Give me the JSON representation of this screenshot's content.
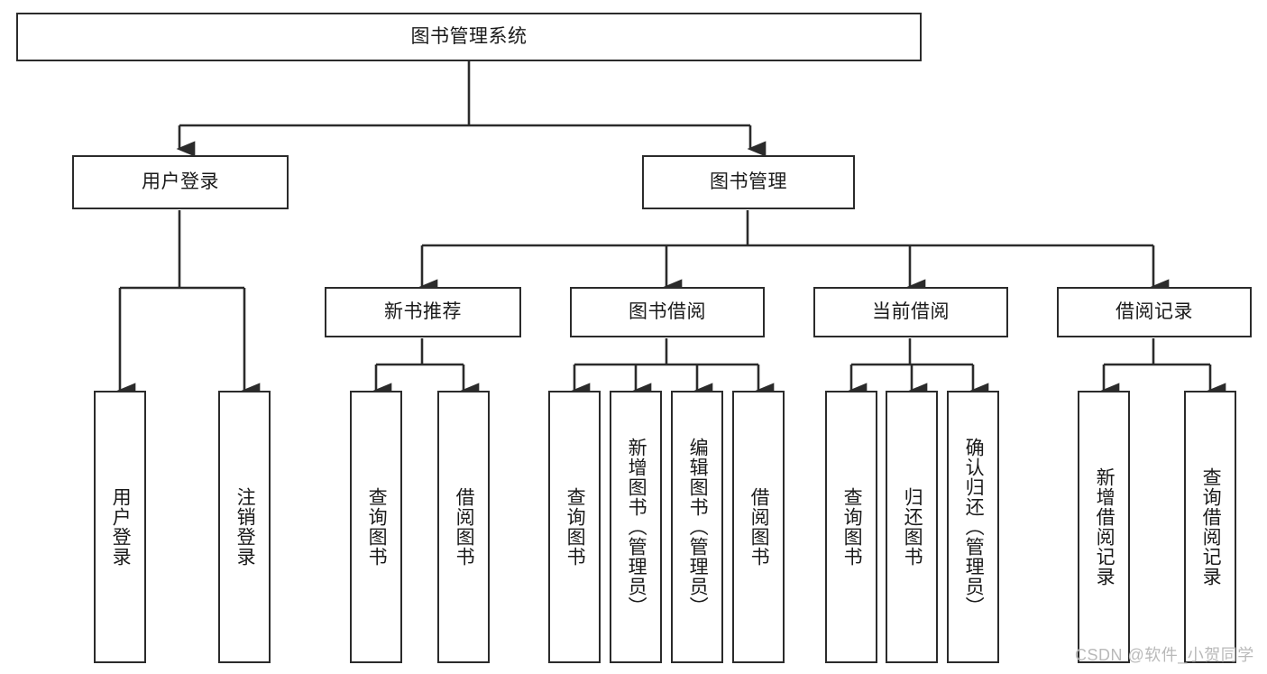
{
  "diagram": {
    "type": "tree-hierarchy-flowchart",
    "title": "图书管理系统",
    "watermark": "CSDN @软件_小贺同学",
    "colors": {
      "background": "#ffffff",
      "node_stroke": "#2b2b2b",
      "node_fill": "#ffffff",
      "edge_stroke": "#2b2b2b",
      "text": "#1a1a1a",
      "watermark": "#b9b9b9"
    },
    "levels": [
      {
        "level": 1,
        "nodes": [
          {
            "id": "root",
            "label": "图书管理系统",
            "orientation": "horizontal"
          }
        ]
      },
      {
        "level": 2,
        "nodes": [
          {
            "id": "login",
            "label": "用户登录",
            "orientation": "horizontal",
            "parent": "root"
          },
          {
            "id": "bookmgmt",
            "label": "图书管理",
            "orientation": "horizontal",
            "parent": "root"
          }
        ]
      },
      {
        "level": 3,
        "nodes": [
          {
            "id": "newbook",
            "label": "新书推荐",
            "orientation": "horizontal",
            "parent": "bookmgmt"
          },
          {
            "id": "borrow",
            "label": "图书借阅",
            "orientation": "horizontal",
            "parent": "bookmgmt"
          },
          {
            "id": "current",
            "label": "当前借阅",
            "orientation": "horizontal",
            "parent": "bookmgmt"
          },
          {
            "id": "records",
            "label": "借阅记录",
            "orientation": "horizontal",
            "parent": "bookmgmt"
          }
        ]
      },
      {
        "level": 4,
        "nodes": [
          {
            "id": "leaf1",
            "label": "用户登录",
            "orientation": "vertical",
            "parent": "login"
          },
          {
            "id": "leaf2",
            "label": "注销登录",
            "orientation": "vertical",
            "parent": "login"
          },
          {
            "id": "leaf3",
            "label": "查询图书",
            "orientation": "vertical",
            "parent": "newbook"
          },
          {
            "id": "leaf4",
            "label": "借阅图书",
            "orientation": "vertical",
            "parent": "newbook"
          },
          {
            "id": "leaf5",
            "label": "查询图书",
            "orientation": "vertical",
            "parent": "borrow"
          },
          {
            "id": "leaf6",
            "label": "新增图书（管理员）",
            "orientation": "vertical",
            "parent": "borrow"
          },
          {
            "id": "leaf7",
            "label": "编辑图书（管理员）",
            "orientation": "vertical",
            "parent": "borrow"
          },
          {
            "id": "leaf8",
            "label": "借阅图书",
            "orientation": "vertical",
            "parent": "borrow"
          },
          {
            "id": "leaf9",
            "label": "查询图书",
            "orientation": "vertical",
            "parent": "current"
          },
          {
            "id": "leaf10",
            "label": "归还图书",
            "orientation": "vertical",
            "parent": "current"
          },
          {
            "id": "leaf11",
            "label": "确认归还（管理员）",
            "orientation": "vertical",
            "parent": "current"
          },
          {
            "id": "leaf12",
            "label": "新增借阅记录",
            "orientation": "vertical",
            "parent": "records"
          },
          {
            "id": "leaf13",
            "label": "查询借阅记录",
            "orientation": "vertical",
            "parent": "records"
          }
        ]
      }
    ]
  }
}
